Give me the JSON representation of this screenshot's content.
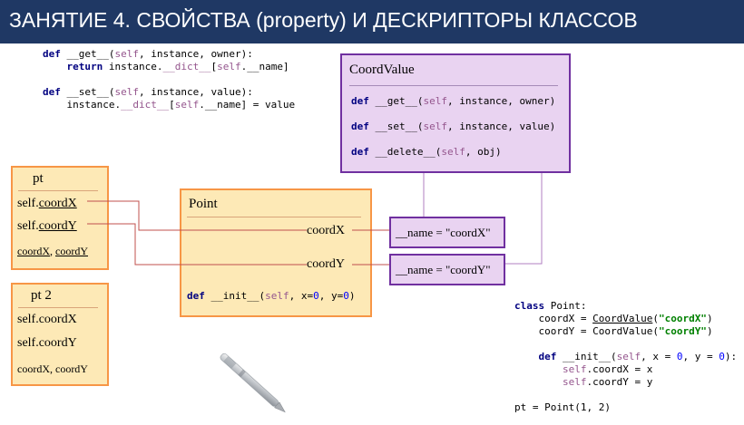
{
  "header": {
    "title": "ЗАНЯТИЕ 4. СВОЙСТВА (property) И ДЕСКРИПТОРЫ КЛАССОВ"
  },
  "top_code": {
    "l1_kw": "def",
    "l1_a": " __get__(",
    "l1_self": "self",
    "l1_b": ", instance, owner):",
    "l2_kw": "    return",
    "l2_a": " instance.",
    "l2_dict": "__dict__",
    "l2_b": "[",
    "l2_self": "self",
    "l2_c": ".__name]",
    "l3_kw": "def",
    "l3_a": " __set__(",
    "l3_self": "self",
    "l3_b": ", instance, value):",
    "l4_a": "    instance.",
    "l4_dict": "__dict__",
    "l4_b": "[",
    "l4_self": "self",
    "l4_c": ".__name] = value"
  },
  "coordvalue": {
    "title": "CoordValue",
    "get_kw": "def",
    "get_name": " __get__(",
    "get_self": "self",
    "get_rest": ", instance, owner)",
    "set_kw": "def",
    "set_name": " __set__(",
    "set_self": "self",
    "set_rest": ", instance, value)",
    "del_kw": "def",
    "del_name": " __delete__(",
    "del_self": "self",
    "del_rest": ", obj)"
  },
  "pt": {
    "title": "pt",
    "row1_prefix": "self.",
    "row1_attr": "coordX",
    "row2_prefix": "self.",
    "row2_attr": "coordY",
    "row3_a": "coordX",
    "row3_sep": ",  ",
    "row3_b": "coordY"
  },
  "pt2": {
    "title": "pt 2",
    "row1": "self.coordX",
    "row2": "self.coordY",
    "row3": "coordX,  coordY"
  },
  "point": {
    "title": "Point",
    "attr1": "coordX",
    "attr2": "coordY",
    "init_kw": "def",
    "init_name": " __init__(",
    "init_self": "self",
    "init_a": ", x=",
    "init_v1": "0",
    "init_b": ", y=",
    "init_v2": "0",
    "init_c": ")"
  },
  "names": {
    "x": "__name = \"coordX\"",
    "y": "__name = \"coordY\""
  },
  "class_code": {
    "l1_kw": "class",
    "l1_rest": " Point:",
    "l2_a": "    coordX = ",
    "l2_cls": "CoordValue",
    "l2_b": "(",
    "l2_str": "\"coordX\"",
    "l2_c": ")",
    "l3_a": "    coordY = CoordValue(",
    "l3_str": "\"coordY\"",
    "l3_c": ")",
    "l4_kw": "    def",
    "l4_a": " __init__(",
    "l4_self": "self",
    "l4_b": ", x = ",
    "l4_v1": "0",
    "l4_c": ", y = ",
    "l4_v2": "0",
    "l4_d": "):",
    "l5_self": "self",
    "l5_rest": ".coordX = x",
    "l6_self": "self",
    "l6_rest": ".coordY = y",
    "l7": "pt = Point(1, 2)"
  },
  "colors": {
    "header_bg": "#1f3864",
    "object_fill": "#fde9b6",
    "object_border": "#f79646",
    "class_fill": "#e9d3f1",
    "class_border": "#7030a0",
    "arrow_red": "#c0504d"
  }
}
